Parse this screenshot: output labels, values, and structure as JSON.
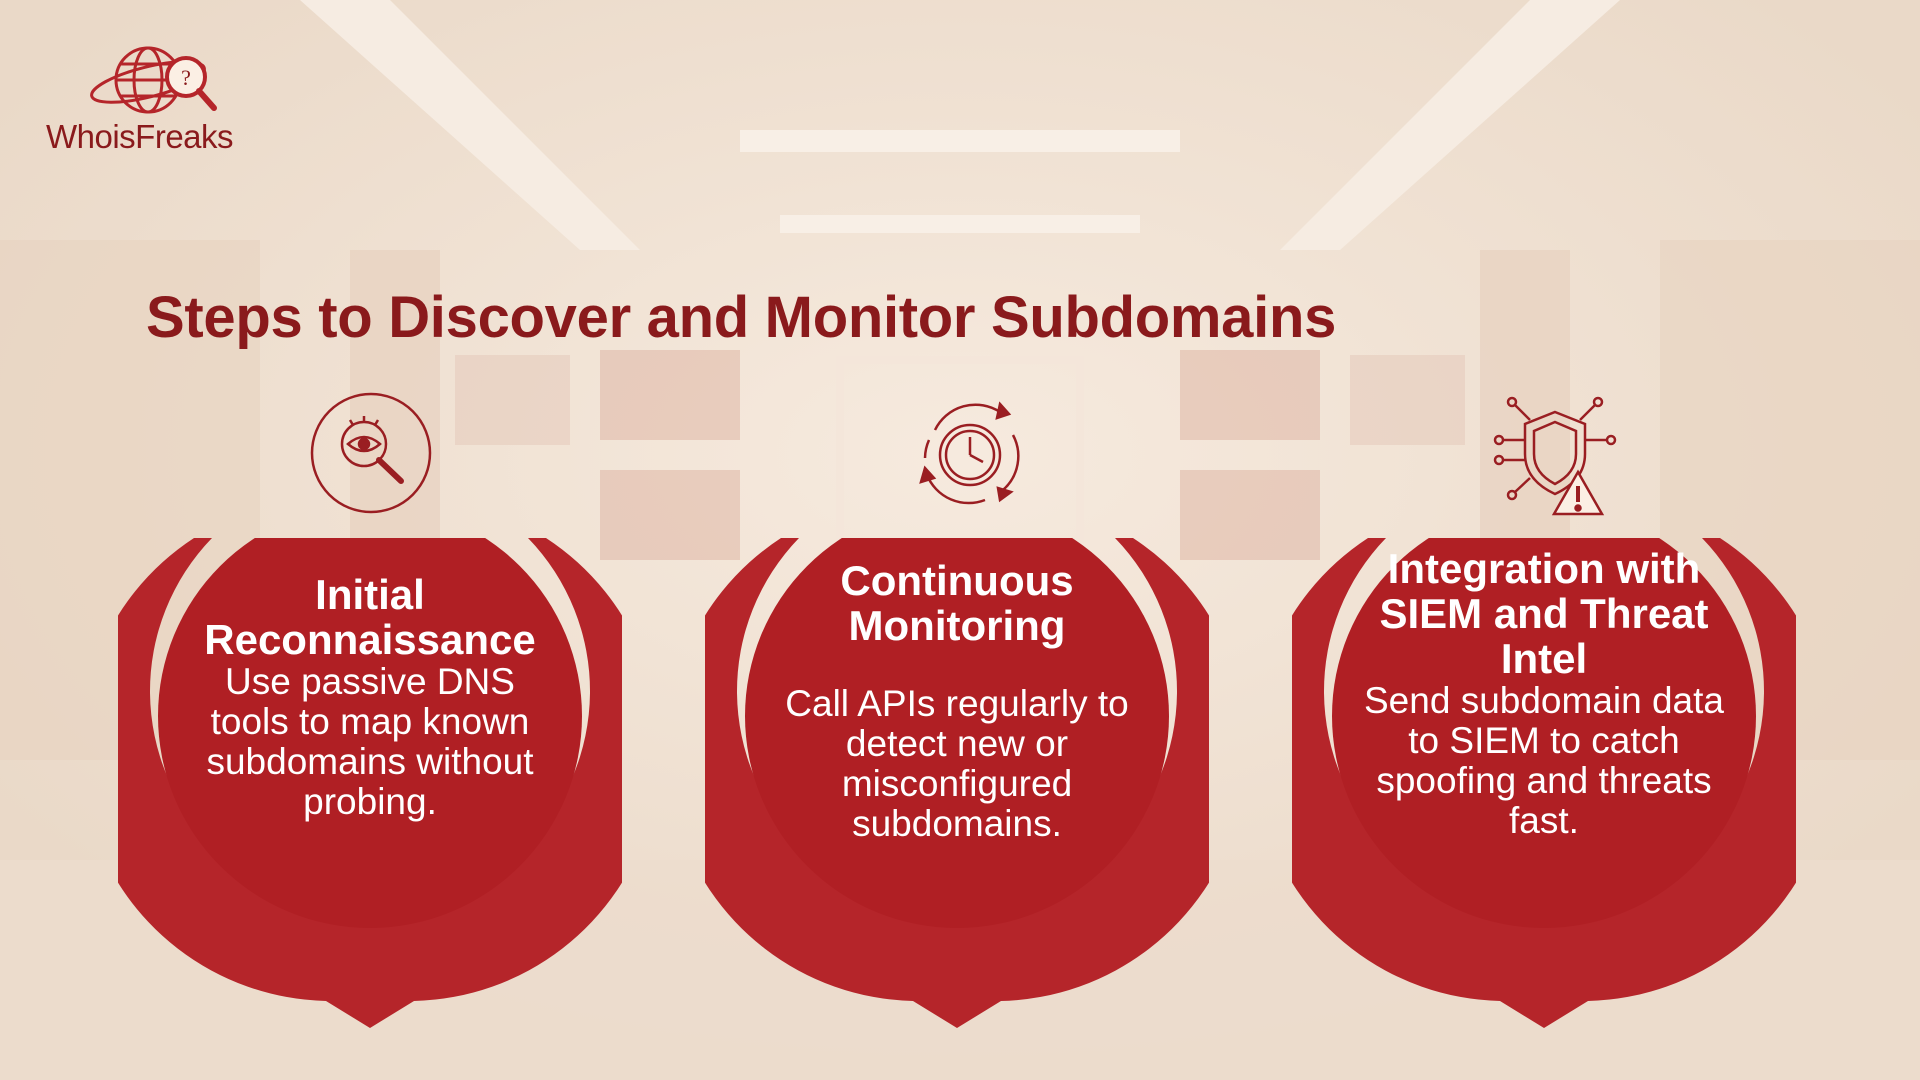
{
  "brand": {
    "name": "WhoisFreaks",
    "logo_icon": "globe-magnifier-question-icon"
  },
  "title": "Steps to Discover and Monitor Subdomains",
  "colors": {
    "accent": "#8a1a1c",
    "step_fill": "#b01f24",
    "step_ring": "#b5252a",
    "background": "#efe1d3"
  },
  "steps": [
    {
      "icon": "eye-magnifier-icon",
      "title": "Initial Reconnaissance",
      "description": "Use passive DNS tools to map known subdomains without probing."
    },
    {
      "icon": "clock-cycle-icon",
      "title": "Continuous Monitoring",
      "description": "Call APIs regularly to detect new or misconfigured subdomains."
    },
    {
      "icon": "shield-alert-circuit-icon",
      "title": "Integration with SIEM and Threat Intel",
      "description": "Send subdomain data to SIEM to catch spoofing and threats fast."
    }
  ]
}
